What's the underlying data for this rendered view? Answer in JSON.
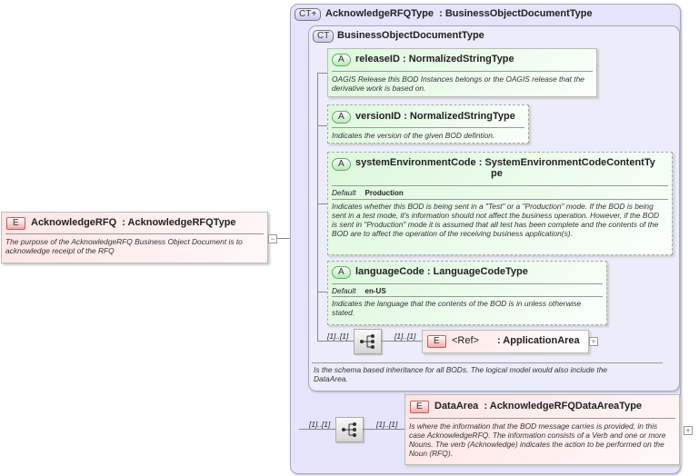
{
  "root_element": {
    "badge": "E",
    "name": "AcknowledgeRFQ",
    "type": ": AcknowledgeRFQType",
    "description": "The purpose of the AcknowledgeRFQ Business Object Document is to acknowledge receipt of the RFQ",
    "toggle": "−"
  },
  "complex_type": {
    "badge": "CT+",
    "name": "AcknowledgeRFQType",
    "type": ": BusinessObjectDocumentType"
  },
  "base_type": {
    "badge": "CT",
    "name": "BusinessObjectDocumentType",
    "description": "Is the schema based inheritance for all BODs. The logical model would also include the DataArea."
  },
  "attributes": [
    {
      "badge": "A",
      "name": "releaseID",
      "type": ": NormalizedStringType",
      "description": "OAGIS Release this BOD Instances belongs or the OAGIS release that the derivative work is based on."
    },
    {
      "badge": "A",
      "name": "versionID",
      "type": ": NormalizedStringType",
      "description": "Indicates the version of the given BOD defintion."
    },
    {
      "badge": "A",
      "name": "systemEnvironmentCode",
      "type": ": SystemEnvironmentCodeContentTy",
      "type2": "pe",
      "default_label": "Default",
      "default_value": "Production",
      "description": "Indicates whether this BOD is being sent in a \"Test\" or a \"Production\" mode. If the BOD is being sent in a test mode, it's information should not affect the business operation. However, if the BOD is sent in \"Production\" mode it is assumed that all test has been complete and the contents of the BOD are to affect the operation of the receiving business application(s)."
    },
    {
      "badge": "A",
      "name": "languageCode",
      "type": ": LanguageCodeType",
      "default_label": "Default",
      "default_value": "en-US",
      "description": "Indicates the language that the contents of the BOD is in unless otherwise stated."
    }
  ],
  "inner_sequence": {
    "card_in": "[1]..[1]",
    "card_out": "[1]..[1]"
  },
  "application_area": {
    "badge": "E",
    "name": "<Ref>",
    "type": ": ApplicationArea",
    "toggle": "+"
  },
  "outer_sequence": {
    "card_in": "[1]..[1]",
    "card_out": "[1]..[1]"
  },
  "data_area": {
    "badge": "E",
    "name": "DataArea",
    "type": ": AcknowledgeRFQDataAreaType",
    "description": "Is where the information that the BOD message carries is provided, in this case AcknowledgeRFQ. The information consists of a Verb and one or more Nouns. The verb (Acknowledge) indicates the action to be performed on the Noun (RFQ).",
    "toggle": "+"
  }
}
